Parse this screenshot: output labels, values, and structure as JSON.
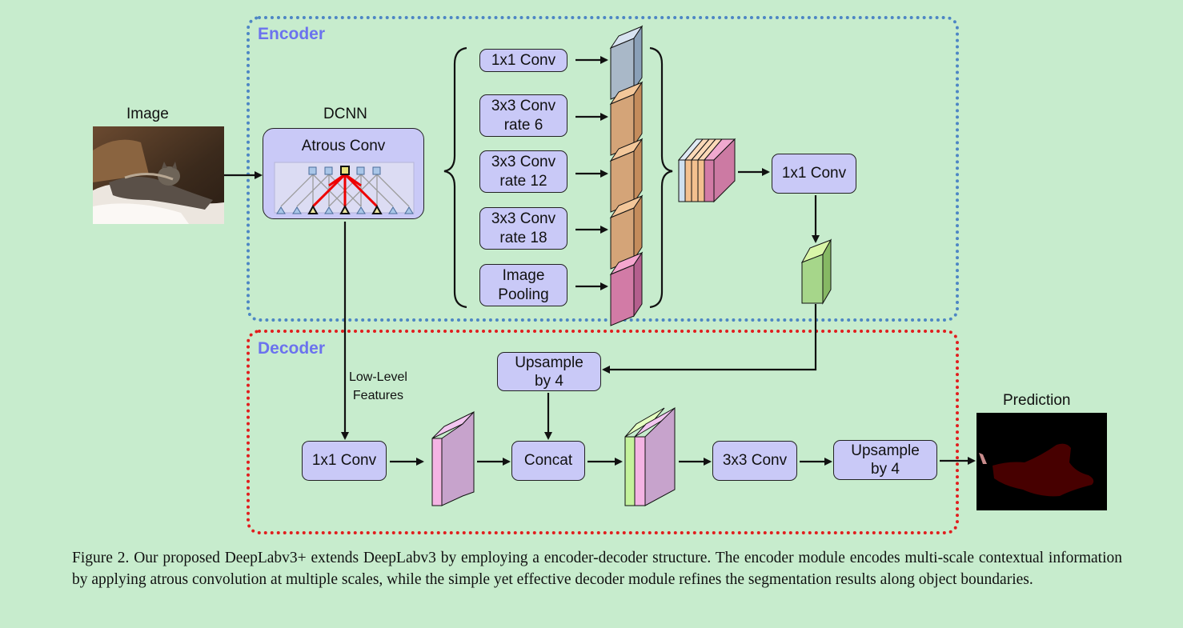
{
  "encoder": {
    "title": "Encoder",
    "color": "#6b72ee",
    "frame_color": "#4d86c4"
  },
  "decoder": {
    "title": "Decoder",
    "color": "#6b72ee",
    "frame_color": "#e11e1e"
  },
  "input": {
    "label": "Image"
  },
  "dcnn": {
    "label": "DCNN",
    "block": "Atrous Conv"
  },
  "aspp": [
    {
      "line1": "1x1 Conv",
      "line2": ""
    },
    {
      "line1": "3x3 Conv",
      "line2": "rate 6"
    },
    {
      "line1": "3x3 Conv",
      "line2": "rate 12"
    },
    {
      "line1": "3x3 Conv",
      "line2": "rate 18"
    },
    {
      "line1": "Image",
      "line2": "Pooling"
    }
  ],
  "encoder_conv": {
    "label": "1x1 Conv"
  },
  "low_level": {
    "line1": "Low-Level",
    "line2": "Features"
  },
  "decoder_blocks": {
    "upsample_top": {
      "line1": "Upsample",
      "line2": "by 4"
    },
    "conv1x1": "1x1 Conv",
    "concat": "Concat",
    "conv3x3": "3x3 Conv",
    "upsample_out": {
      "line1": "Upsample",
      "line2": "by 4"
    }
  },
  "output": {
    "label": "Prediction"
  },
  "caption": "Figure 2. Our proposed DeepLabv3+ extends DeepLabv3 by employing a encoder-decoder structure. The encoder module encodes multi-scale contextual information by applying atrous convolution at multiple scales, while the simple yet effective decoder module refines the segmentation results along object boundaries.",
  "colors": {
    "block_fill": "#c9c9f7",
    "feature_blue": "#a9b8c8",
    "feature_orange": "#d4a478",
    "feature_pink": "#d27ba6",
    "feature_green": "#a6d68a",
    "feature_mauve": "#c7a3cc"
  }
}
